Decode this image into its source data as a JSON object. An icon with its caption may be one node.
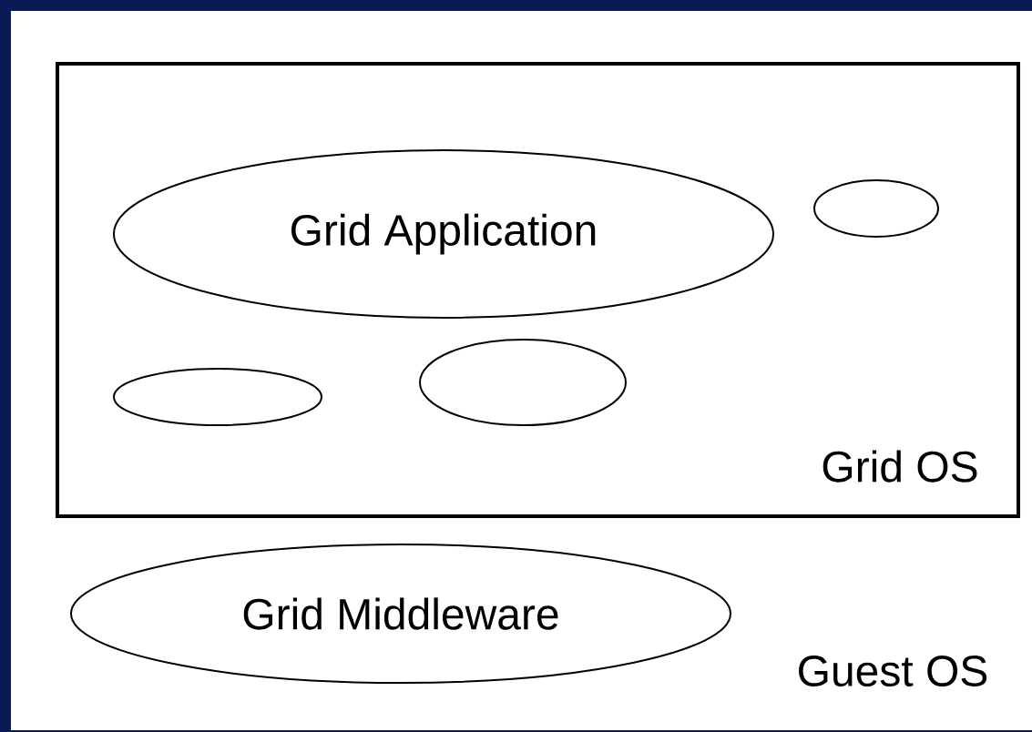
{
  "diagram": {
    "nodes": [
      {
        "text": [
          "Guest OS"
        ]
      },
      {
        "text": [
          "Grid OS"
        ],
        "in": 0
      },
      {
        "text": [
          "Grid Application"
        ],
        "in": 1
      },
      {
        "text": [],
        "shape": "ellipse",
        "in": 1
      },
      {
        "text": [],
        "shape": "ellipse",
        "in": 1
      },
      {
        "text": [],
        "shape": "ellipse",
        "in": 1
      },
      {
        "text": [
          "Grid Middleware"
        ],
        "in": 0
      }
    ]
  }
}
